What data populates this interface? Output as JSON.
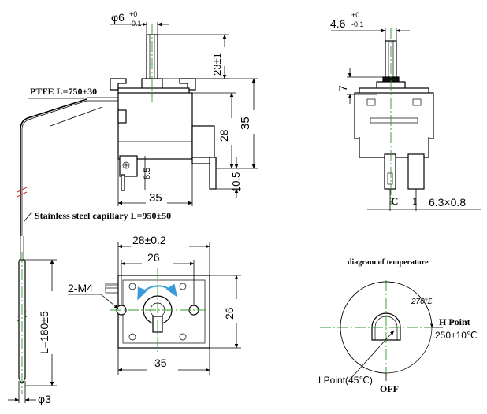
{
  "side_view": {
    "shaft_dia_label": "φ6",
    "shaft_dia_tol_upper": "+0",
    "shaft_dia_tol_lower": "-0.1",
    "shaft_height_label": "23±1",
    "body_height_label": "35",
    "mid_height_label": "28",
    "base_height_label": "10.5",
    "terminal_label": "8.5",
    "width_label": "35"
  },
  "capillary": {
    "ptfe_label": "PTFE L=750±30",
    "capillary_label": "Stainless steel capillary L=950±50",
    "bulb_length_label": "L=180±5",
    "bulb_dia_label": "φ3"
  },
  "front_view": {
    "shaft_dia_label": "4.6",
    "shaft_dia_tol_upper": "+0",
    "shaft_dia_tol_lower": "-0.1",
    "flat_label": "7",
    "terminal_c_label": "C",
    "terminal_1_label": "1",
    "terminal_size_label": "6.3×0.8"
  },
  "bottom_view": {
    "mount_spacing_label": "28±0.2",
    "inner_width_label": "26",
    "screw_label": "2-M4",
    "height_label": "26",
    "width_label": "35"
  },
  "temperature_diagram": {
    "title": "diagram of temperature",
    "angle_label": "270°£",
    "h_point_label": "H Point",
    "h_point_temp": "250±10℃",
    "l_point_label": "LPoint(45℃)",
    "off_label": "OFF"
  }
}
